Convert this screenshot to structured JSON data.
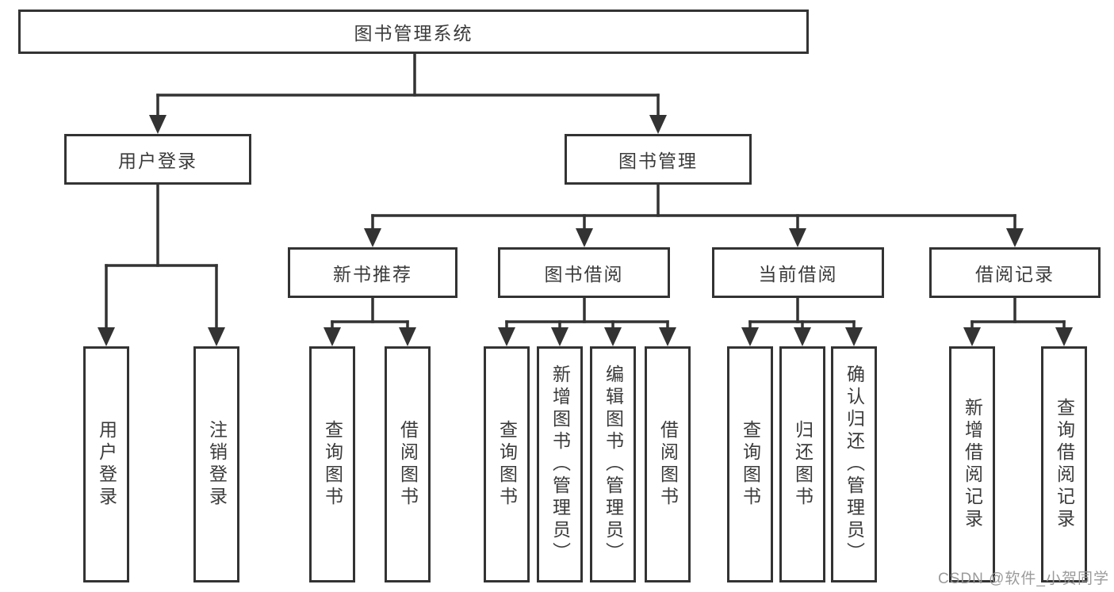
{
  "tree": {
    "root": {
      "label": "图书管理系统"
    },
    "branches": [
      {
        "label": "用户登录",
        "children": [
          {
            "label": "用户登录"
          },
          {
            "label": "注销登录"
          }
        ]
      },
      {
        "label": "图书管理",
        "children": [
          {
            "label": "新书推荐",
            "children": [
              {
                "label": "查询图书"
              },
              {
                "label": "借阅图书"
              }
            ]
          },
          {
            "label": "图书借阅",
            "children": [
              {
                "label": "查询图书"
              },
              {
                "label": "新增图书（管理员）"
              },
              {
                "label": "编辑图书（管理员）"
              },
              {
                "label": "借阅图书"
              }
            ]
          },
          {
            "label": "当前借阅",
            "children": [
              {
                "label": "查询图书"
              },
              {
                "label": "归还图书"
              },
              {
                "label": "确认归还（管理员）"
              }
            ]
          },
          {
            "label": "借阅记录",
            "children": [
              {
                "label": "新增借阅记录"
              },
              {
                "label": "查询借阅记录"
              }
            ]
          }
        ]
      }
    ]
  },
  "watermark": {
    "text": "CSDN @软件_小贺同学"
  },
  "colors": {
    "line": "#333333",
    "text": "#3b3b3b",
    "background": "#ffffff",
    "watermark": "#969696"
  }
}
